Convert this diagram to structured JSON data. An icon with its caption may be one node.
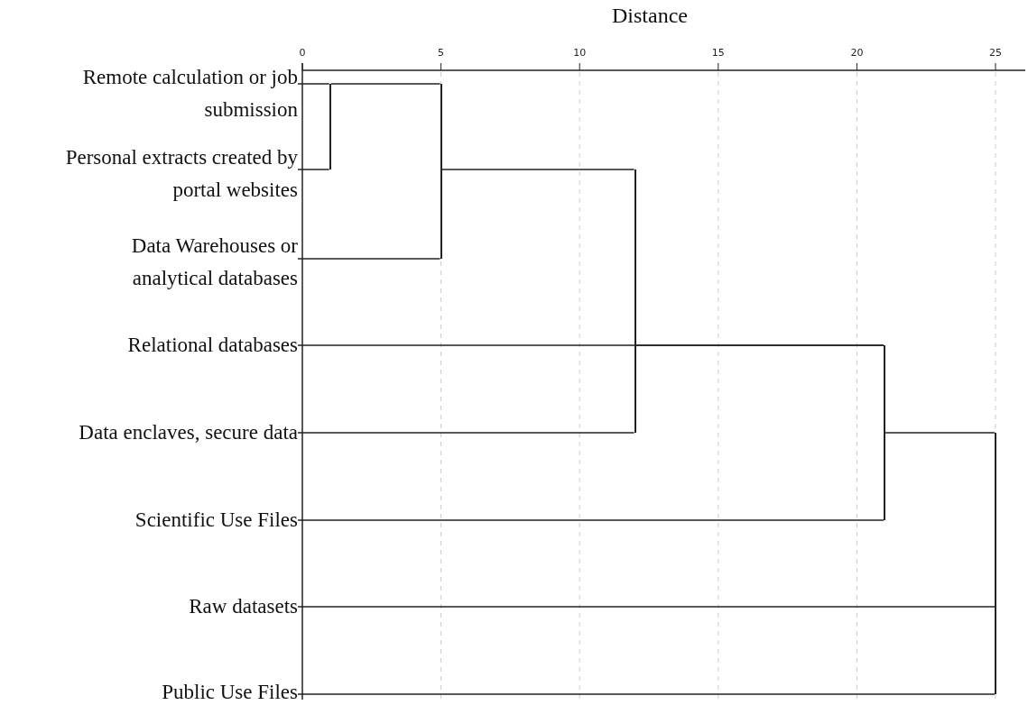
{
  "diagram": {
    "title": "Distance",
    "nodes": [
      {
        "text": [
          "Remote calculation or job submission"
        ]
      },
      {
        "text": [
          "Personal extracts created by portal websites"
        ]
      },
      {
        "text": [
          "Data Warehouses or analytical databases"
        ]
      },
      {
        "text": [
          "Relational databases"
        ]
      },
      {
        "text": [
          "Data enclaves, secure data"
        ]
      },
      {
        "text": [
          "Scientific Use Files"
        ]
      },
      {
        "text": [
          "Raw datasets"
        ]
      },
      {
        "text": [
          "Public Use Files"
        ]
      },
      {
        "text": [],
        "shape": "bar"
      },
      {
        "text": [],
        "shape": "bar"
      },
      {
        "text": [],
        "shape": "bar"
      },
      {
        "text": [],
        "shape": "bar"
      },
      {
        "text": [],
        "shape": "bar"
      }
    ],
    "edges": [
      {
        "from": 0,
        "to": 8,
        "arrow": "none"
      },
      {
        "from": 1,
        "to": 8,
        "arrow": "none"
      },
      {
        "from": 8,
        "to": 9,
        "arrow": "none"
      },
      {
        "from": 2,
        "to": 9,
        "arrow": "none"
      },
      {
        "from": 9,
        "to": 10,
        "arrow": "none"
      },
      {
        "from": 4,
        "to": 10,
        "arrow": "none"
      },
      {
        "from": 3,
        "to": 11,
        "arrow": "none"
      },
      {
        "from": 10,
        "to": 11,
        "arrow": "none"
      },
      {
        "from": 5,
        "to": 11,
        "arrow": "none"
      },
      {
        "from": 11,
        "to": 12,
        "arrow": "none"
      },
      {
        "from": 6,
        "to": 12,
        "arrow": "none"
      },
      {
        "from": 7,
        "to": 12,
        "arrow": "none"
      }
    ],
    "labels": [
      "0",
      "5",
      "10",
      "15",
      "20",
      "25"
    ]
  }
}
